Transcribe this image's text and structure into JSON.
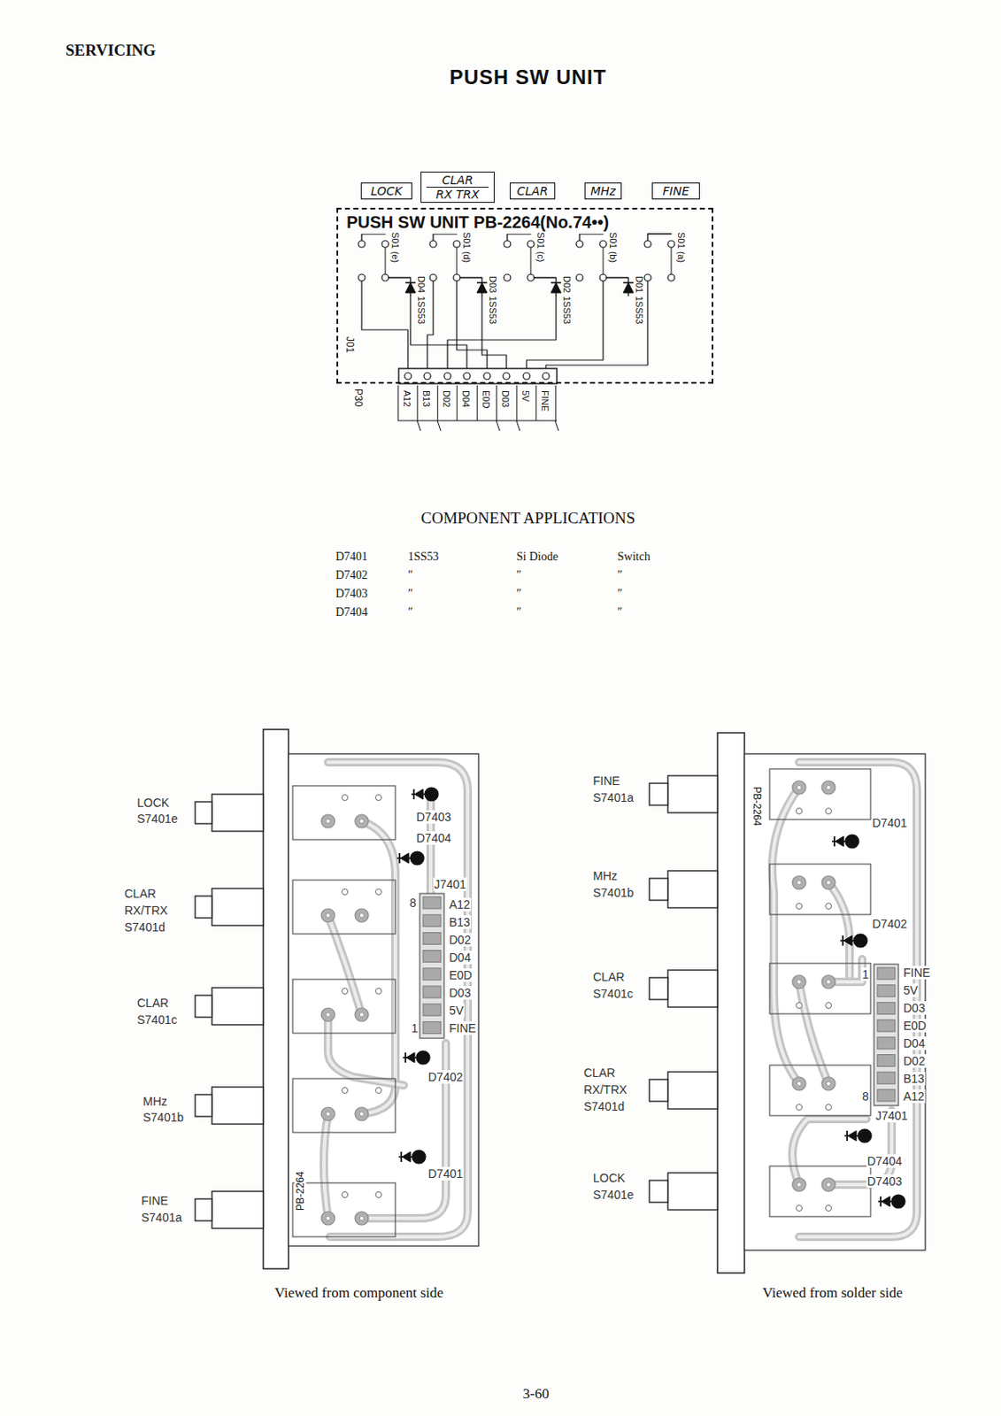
{
  "diagram": {
    "title": "PUSH SW UNIT",
    "nodes": [
      {
        "text": [
          "LOCK"
        ]
      },
      {
        "text": [
          "CLAR",
          "RX TRX"
        ]
      },
      {
        "text": [
          "CLAR"
        ]
      },
      {
        "text": [
          "MHz"
        ]
      },
      {
        "text": [
          "FINE"
        ]
      },
      {
        "text": [
          "PUSH SW UNIT PB-2264(No.74••)"
        ]
      }
    ],
    "labels": [
      "SERVICING",
      "S01 (e)",
      "S01 (d)",
      "S01 (c)",
      "S01 (b)",
      "S01 (a)",
      "D04",
      "1SS53",
      "D03",
      "1SS53",
      "D02",
      "1SS53",
      "D01",
      "1SS53",
      "J01",
      "P30",
      "A12",
      "B13",
      "D02",
      "D04",
      "E0D",
      "D03",
      "5V",
      "FINE",
      "COMPONENT APPLICATIONS",
      "D7401",
      "1SS53",
      "Si Diode",
      "Switch",
      "D7402",
      "″",
      "″",
      "″",
      "D7403",
      "″",
      "″",
      "″",
      "D7404",
      "″",
      "″",
      "″",
      "LOCK",
      "S7401e",
      "CLAR",
      "RX/TRX",
      "S7401d",
      "CLAR",
      "S7401c",
      "MHz",
      "S7401b",
      "FINE",
      "S7401a",
      "D7403",
      "D7404",
      "J7401",
      "8",
      "A12",
      "B13",
      "D02",
      "D04",
      "E0D",
      "D03",
      "5V",
      "FINE",
      "1",
      "D7402",
      "D7401",
      "PB-2264",
      "FINE",
      "S7401a",
      "MHz",
      "S7401b",
      "CLAR",
      "S7401c",
      "CLAR",
      "RX/TRX",
      "S7401d",
      "LOCK",
      "S7401e",
      "PB-2264",
      "D7401",
      "D7402",
      "1",
      "FINE",
      "5V",
      "D03",
      "E0D",
      "D04",
      "D02",
      "B13",
      "A12",
      "8",
      "J7401",
      "D7404",
      "D7403",
      "Viewed from component side",
      "Viewed from solder side",
      "3-60"
    ]
  }
}
